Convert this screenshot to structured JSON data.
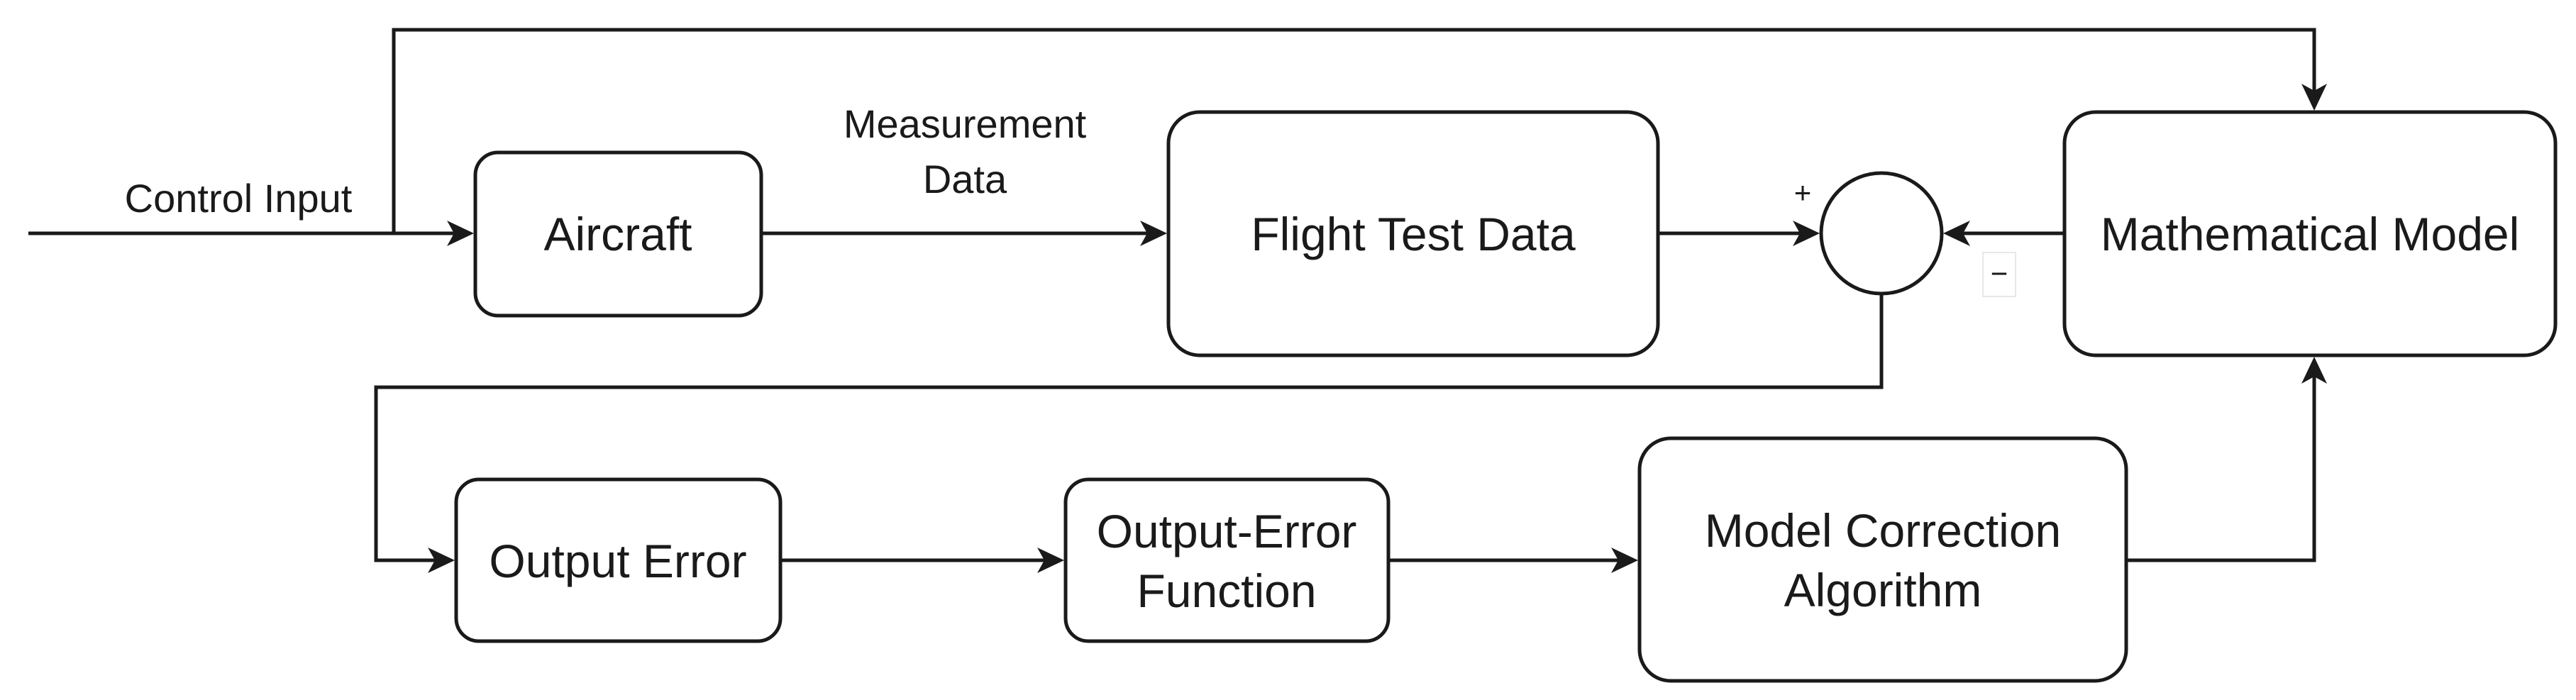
{
  "diagram": {
    "nodes": {
      "aircraft": {
        "label": "Aircraft"
      },
      "flight_test_data": {
        "label": "Flight Test Data"
      },
      "mathematical_model": {
        "label": "Mathematical Model"
      },
      "output_error": {
        "label": "Output Error"
      },
      "output_error_function": {
        "lines": [
          "Output-Error",
          "Function"
        ]
      },
      "model_correction_algorithm": {
        "lines": [
          "Model Correction",
          "Algorithm"
        ]
      }
    },
    "summing_junction": {
      "plus_sign": "+",
      "minus_sign": "−"
    },
    "edge_labels": {
      "control_input": "Control Input",
      "measurement_data": [
        "Measurement",
        "Data"
      ]
    }
  }
}
